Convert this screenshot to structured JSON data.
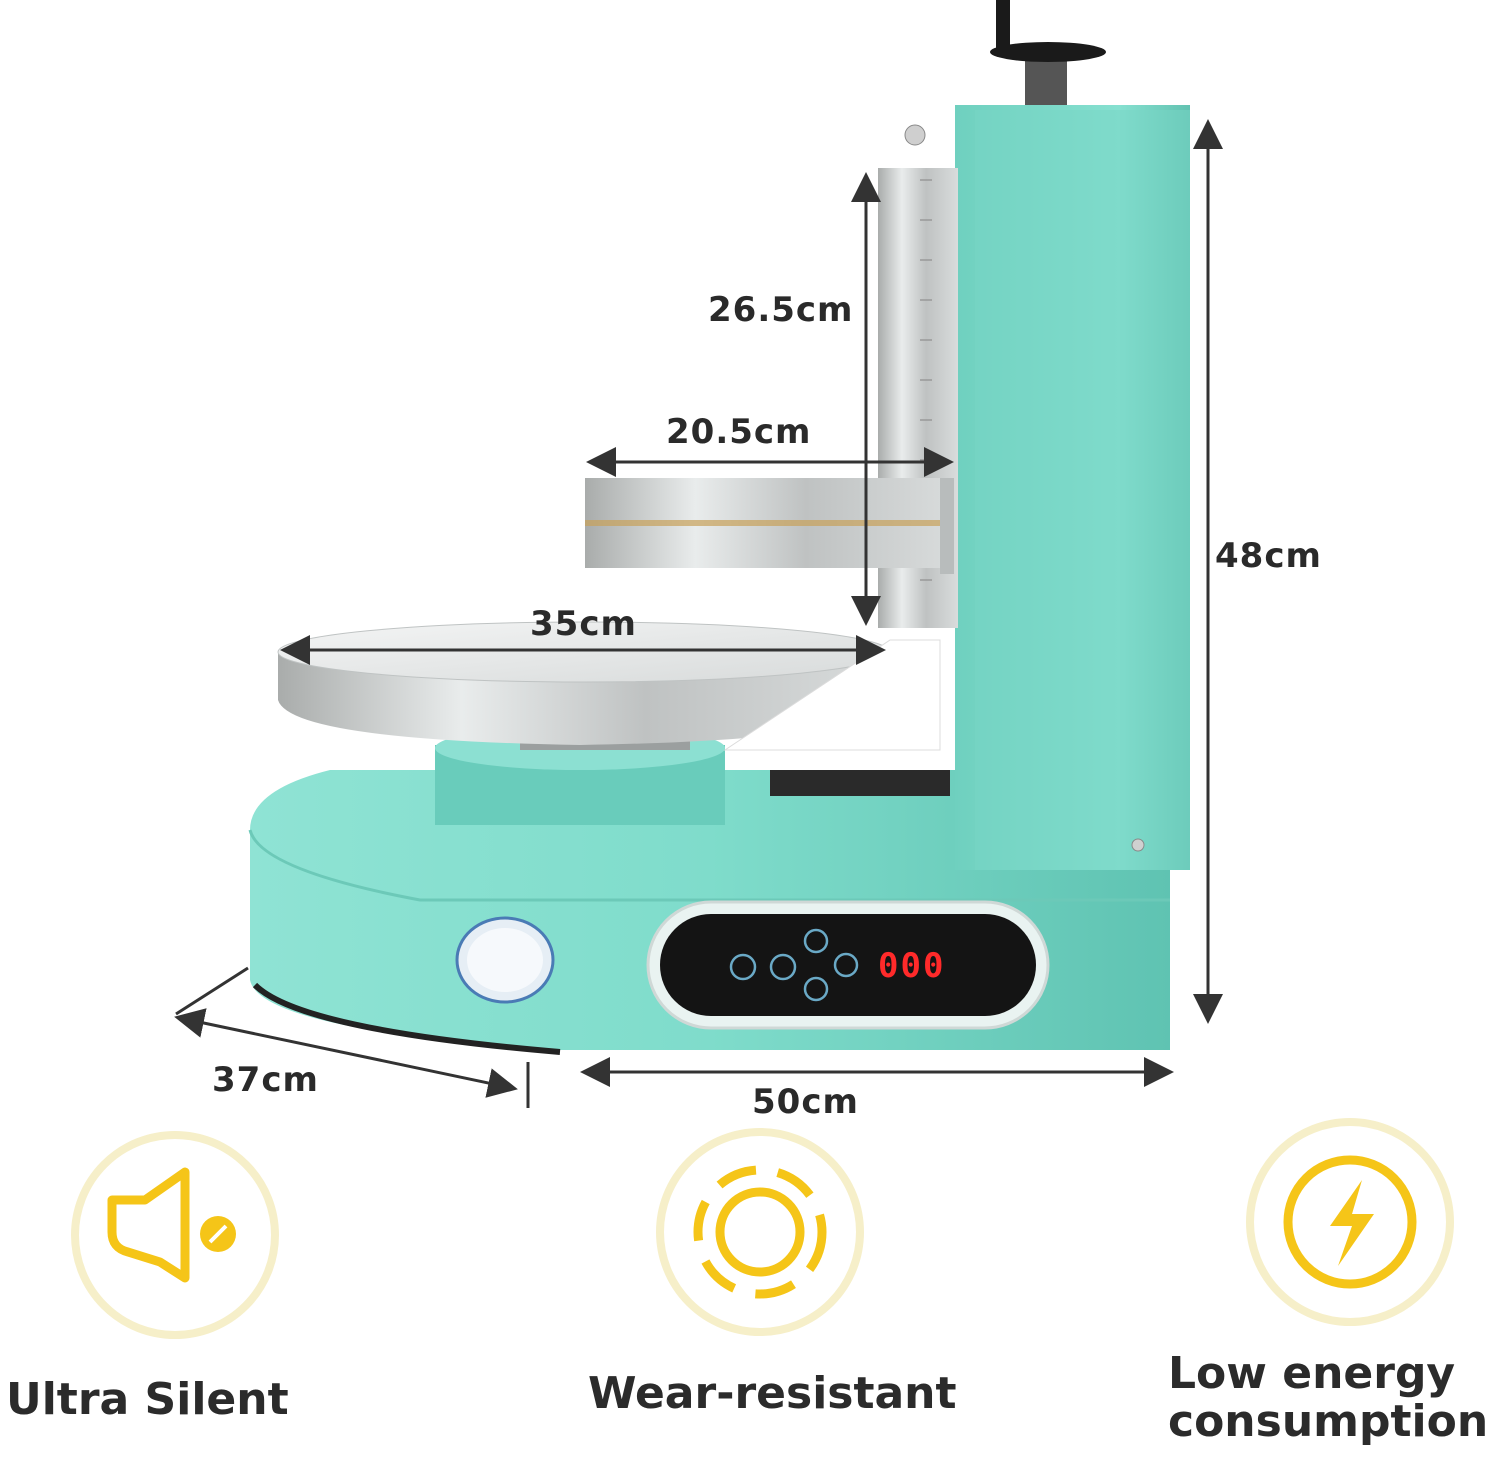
{
  "dimensions": {
    "height_total": "48cm",
    "column_height": "26.5cm",
    "scraper_width": "20.5cm",
    "turntable_diameter": "35cm",
    "depth": "37cm",
    "width": "50cm"
  },
  "panel": {
    "display_value": "000"
  },
  "features": [
    {
      "label": "Ultra Silent",
      "icon": "speaker-mute-icon"
    },
    {
      "label": "Wear-resistant",
      "icon": "ring-icon"
    },
    {
      "label": "Low energy consumption",
      "label_line1": "Low energy",
      "label_line2": "consumption",
      "icon": "lightning-icon"
    }
  ],
  "colors": {
    "machine_body": "#7fdccb",
    "machine_shadow": "#5ab9a8",
    "steel": "#c9cccb",
    "icon_yellow": "#f5c518",
    "icon_ring": "#f6efc9"
  }
}
